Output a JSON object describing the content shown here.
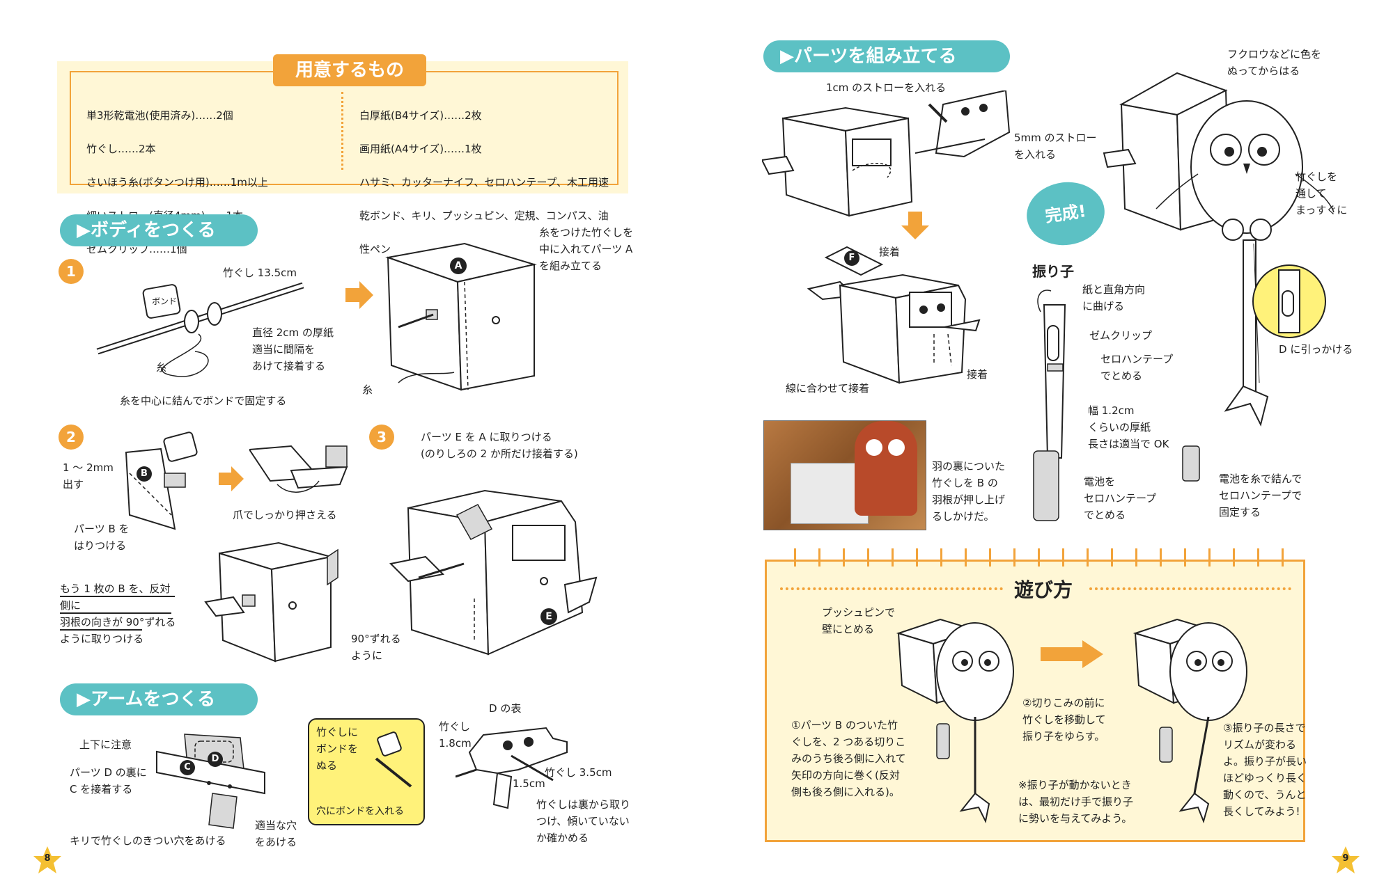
{
  "colors": {
    "teal": "#5cc1c4",
    "orange": "#f2a33a",
    "cream": "#fff7d6",
    "page_star": "#f4c033"
  },
  "materials": {
    "title": "用意するもの",
    "left": [
      "単3形乾電池(使用済み)……2個",
      "竹ぐし……2本",
      "さいほう糸(ボタンつけ用)……1m以上",
      "細いストロー(直径4mm)……1本",
      "ゼムクリップ……1個"
    ],
    "right": [
      "白厚紙(B4サイズ)……2枚",
      "画用紙(A4サイズ)……1枚",
      "ハサミ、カッターナイフ、セロハンテープ、木工用速",
      "乾ボンド、キリ、プッシュピン、定規、コンパス、油",
      "性ペン"
    ]
  },
  "body_section": {
    "title": "▶ボディをつくる",
    "step1": "1",
    "step2": "2",
    "step3": "3",
    "bond": "ボンド",
    "takegushi_len": "竹ぐし 13.5cm",
    "disc": "直径 2cm の厚紙\n適当に間隔を\nあけて接着する",
    "ito": "糸",
    "ito_tie": "糸を中心に結んでボンドで固定する",
    "label_A": "A",
    "assemble": "糸をつけた竹ぐしを\n中に入れてパーツ A\nを組み立てる",
    "ito2": "糸",
    "dasu": "1 ～ 2mm\n出す",
    "label_B": "B",
    "part_B": "パーツ B を\nはりつける",
    "tsume": "爪でしっかり押さえる",
    "another": "もう 1 枚の B を、反対側に\n羽根の向きが 90°ずれる\nように取りつける",
    "deg90": "90°ずれる\nように",
    "part_E": "パーツ E を A に取りつける\n(のりしろの 2 か所だけ接着する)",
    "label_E": "E"
  },
  "arm_section": {
    "title": "▶アームをつくる",
    "ue": "上下に注意",
    "part_D": "パーツ D の裏に\nC を接着する",
    "label_C": "C",
    "label_D": "D",
    "kiri": "キリで竹ぐしのきつい穴をあける",
    "hole": "適当な穴\nをあける",
    "bond_box1": "竹ぐしに\nボンドを\nぬる",
    "bond_box2": "穴にボンドを入れる",
    "d_front": "D の表",
    "tg18": "竹ぐし\n1.8cm",
    "tg35": "竹ぐし 3.5cm",
    "cm15": "1.5cm",
    "check": "竹ぐしは裏から取り\nつけ、傾いていない\nか確かめる"
  },
  "parts_section": {
    "title": "▶パーツを組み立てる",
    "straw1": "1cm のストローを入れる",
    "straw5": "5mm のストロー\nを入れる",
    "label_F": "F",
    "setchaku": "接着",
    "setchaku2": "接着",
    "sen": "線に合わせて接着",
    "photo_caption": "羽の裏についた\n竹ぐしを B の\n羽根が押し上げ\nるしかけだ。",
    "owl_color": "フクロウなどに色を\nぬってからはる",
    "tg_through": "竹ぐしを\n通して\nまっすぐに",
    "d_hook": "D に引っかける",
    "kansei": "完成!",
    "furiko": "振り子",
    "bend": "紙と直角方向\nに曲げる",
    "clip": "ゼムクリップ",
    "tape": "セロハンテープ\nでとめる",
    "width": "幅 1.2cm\nくらいの厚紙\n長さは適当で OK",
    "battery": "電池を\nセロハンテープ\nでとめる",
    "battery2": "電池を糸で結んで\nセロハンテープで\n固定する"
  },
  "play_section": {
    "title": "遊び方",
    "pushpin": "プッシュピンで\n壁にとめる",
    "step1": "①パーツ B のついた竹\nぐしを、2 つある切りこ\nみのうち後ろ側に入れて\n矢印の方向に巻く(反対\n側も後ろ側に入れる)。",
    "step2": "②切りこみの前に\n竹ぐしを移動して\n振り子をゆらす。",
    "note": "※振り子が動かないとき\nは、最初だけ手で振り子\nに勢いを与えてみよう。",
    "step3": "③振り子の長さで\nリズムが変わる\nよ。振り子が長い\nほどゆっくり長く\n動くので、うんと\n長くしてみよう!"
  },
  "pages": {
    "left": "8",
    "right": "9"
  }
}
